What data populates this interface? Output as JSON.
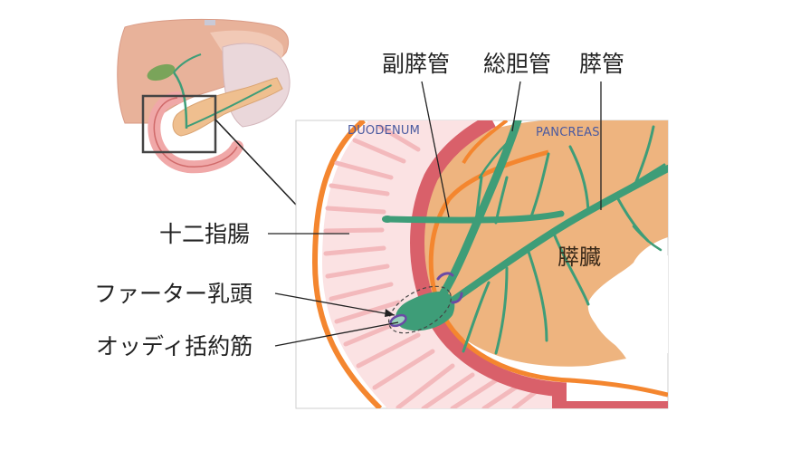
{
  "labels": {
    "accessory_duct": "副膵管",
    "common_bile_duct": "総胆管",
    "pancreatic_duct": "膵管",
    "duodenum": "十二指腸",
    "papilla": "ファーター乳頭",
    "sphincter": "オッディ括約筋",
    "pancreas": "膵臓",
    "duodenum_en": "DUODENUM",
    "pancreas_en": "PANCREAS"
  },
  "colors": {
    "duct": "#3e9d78",
    "pancreas": "#eeb47f",
    "duodenum_wall": "#d9606a",
    "duodenum_outline": "#f4862f",
    "villi": "#f6c4c6",
    "sphincter": "#6a4aa5",
    "inset_frame": "#444444"
  }
}
